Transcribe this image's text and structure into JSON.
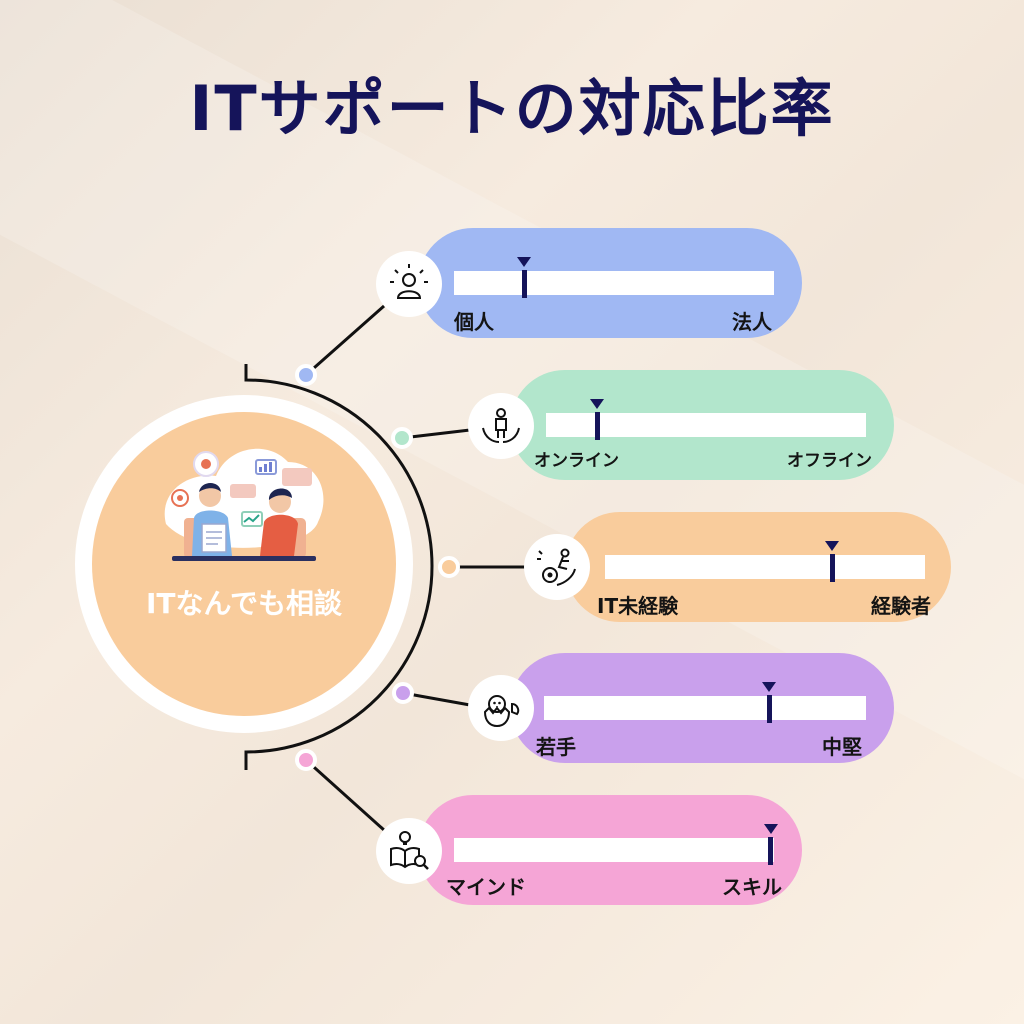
{
  "title": "ITサポートの対応比率",
  "hub": {
    "label": "ITなんでも相談"
  },
  "scales": [
    {
      "left": "個人",
      "right": "法人",
      "value": 0.22,
      "color": "#a0b8f3",
      "icon": "person-sparkle-icon"
    },
    {
      "left": "オンライン",
      "right": "オフライン",
      "value": 0.16,
      "color": "#b2e6cc",
      "icon": "hands-person-icon"
    },
    {
      "left": "IT未経験",
      "right": "経験者",
      "value": 0.71,
      "color": "#f9cc9c",
      "icon": "growth-gear-icon"
    },
    {
      "left": "若手",
      "right": "中堅",
      "value": 0.7,
      "color": "#c9a0ec",
      "icon": "hatching-chick-icon"
    },
    {
      "left": "マインド",
      "right": "スキル",
      "value": 0.99,
      "color": "#f5a5d6",
      "icon": "book-lightbulb-icon"
    }
  ],
  "colors": {
    "title": "#15145a",
    "line": "#111111",
    "marker": "#15145a"
  }
}
